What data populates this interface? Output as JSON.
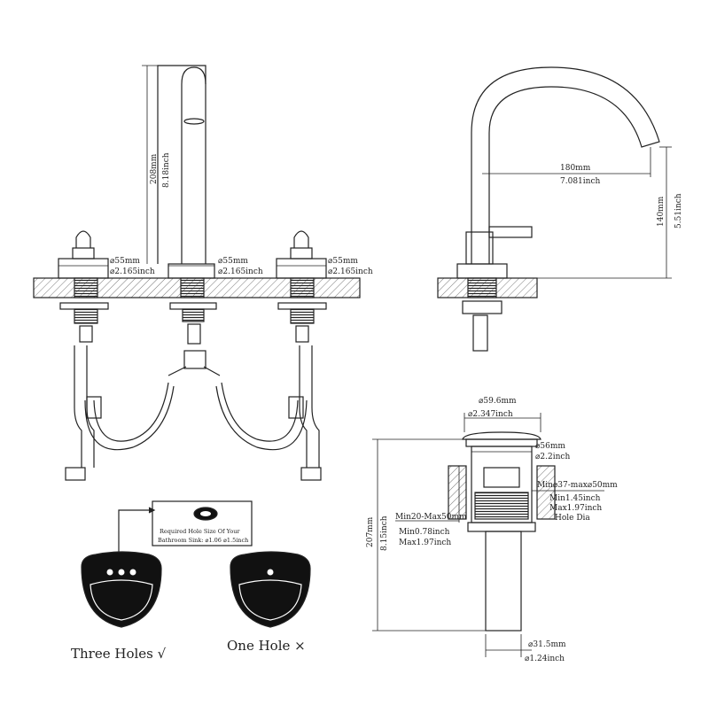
{
  "faucet_front": {
    "height_mm": "208mm",
    "height_in": "8.18inch",
    "left_handle_mm": "⌀55mm",
    "left_handle_in": "⌀2.165inch",
    "spout_mm": "⌀55mm",
    "spout_in": "⌀2.165inch",
    "right_handle_mm": "⌀55mm",
    "right_handle_in": "⌀2.165inch"
  },
  "faucet_side": {
    "reach_mm": "180mm",
    "reach_in": "7.081inch",
    "height_mm": "140mm",
    "height_in": "5.51inch"
  },
  "drain": {
    "cap_mm": "⌀59.6mm",
    "cap_in": "⌀2.347inch",
    "body_mm": "⌀56mm",
    "body_in": "⌀2.2inch",
    "hole_range_mm": "Min⌀37-max⌀50mm",
    "hole_min_in": "Min1.45inch",
    "hole_max_in": "Max1.97inch",
    "hole_dia": "Hole Dia",
    "thickness_mm": "Min20-Max50mm",
    "thickness_min_in": "Min0.78inch",
    "thickness_max_in": "Max1.97inch",
    "length_mm": "207mm",
    "length_in": "8.15inch",
    "tail_mm": "⌀31.5mm",
    "tail_in": "⌀1.24inch"
  },
  "sink_note": {
    "line1": "Required Hole Size Of Your",
    "line2": "Bathroom Sink: ⌀1.06 ⌀1.5inch"
  },
  "sinks": {
    "three_holes": "Three Holes √",
    "one_hole": "One Hole ×"
  },
  "colors": {
    "line": "#222222",
    "hatch": "#555555",
    "sink_fill": "#111111"
  }
}
